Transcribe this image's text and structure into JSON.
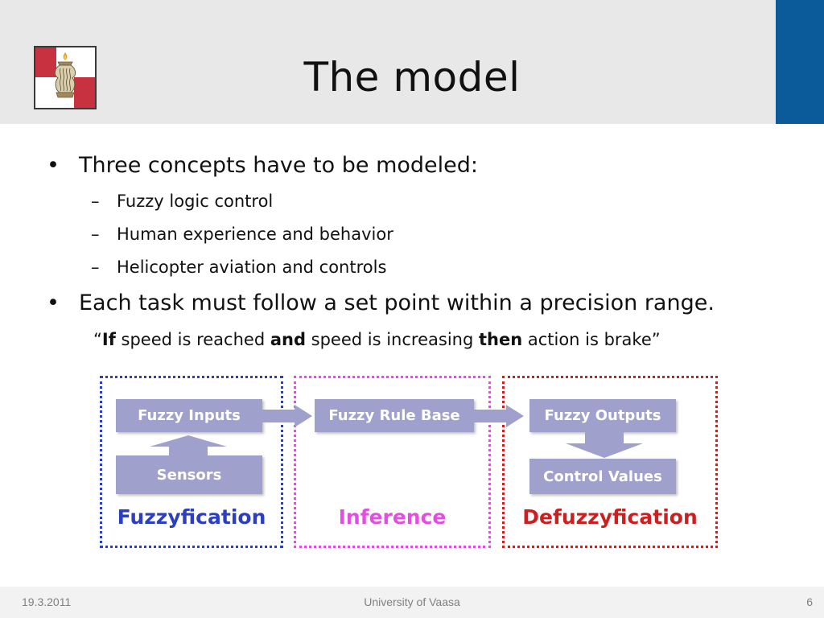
{
  "slide": {
    "title": "The model",
    "bullets": [
      {
        "text": "Three concepts have to be modeled:",
        "subitems": [
          "Fuzzy logic control",
          "Human experience and behavior",
          "Helicopter aviation and controls"
        ]
      },
      {
        "text": "Each task must follow a set point within a precision range."
      }
    ],
    "quote": {
      "open": "“",
      "if": "If",
      "part1": " speed is reached ",
      "and": "and",
      "part2": " speed is increasing ",
      "then": "then",
      "part3": " action is brake",
      "close": "”"
    }
  },
  "diagram": {
    "fuzzification": {
      "label": "Fuzzyfication",
      "color": "#2b3fc0",
      "input_box": "Fuzzy Inputs",
      "sensor_box": "Sensors"
    },
    "inference": {
      "label": "Inference",
      "color": "#e24fe0",
      "rule_box": "Fuzzy Rule Base"
    },
    "defuzzification": {
      "label": "Defuzzyfication",
      "color": "#cc1f1f",
      "output_box": "Fuzzy Outputs",
      "control_box": "Control Values"
    },
    "box_color": "#9fa0cb"
  },
  "footer": {
    "date": "19.3.2011",
    "center": "University of Vaasa",
    "page": "6"
  },
  "colors": {
    "header_bg": "#e8e8e8",
    "accent_blue": "#0b5b9a",
    "logo_red": "#c8313f"
  },
  "icons": {
    "logo": "university-of-vaasa-logo",
    "bullet": "bullet-dot",
    "dash": "en-dash"
  }
}
